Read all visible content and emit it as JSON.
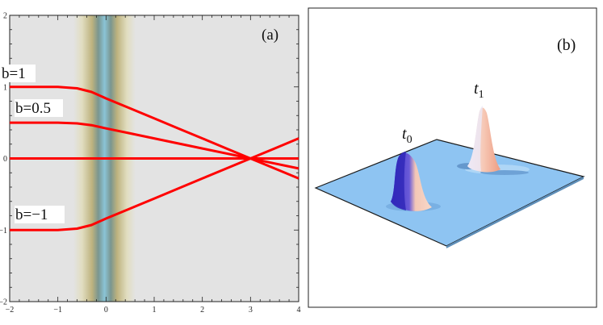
{
  "panel_a": {
    "label": "(a)",
    "x_ticks": [
      "−2",
      "−1",
      "0",
      "1",
      "2",
      "3",
      "4"
    ],
    "y_ticks": [
      "2",
      "1",
      "0",
      "−1",
      "−2"
    ],
    "curve_labels": [
      "b=1",
      "b=0.5",
      "b=−1"
    ],
    "background_color": "#e3e3e3",
    "ray_color": "#ff0000",
    "band_colors": [
      "#e1ddc0",
      "#bdb27e",
      "#7a9690",
      "#8ac4d6"
    ]
  },
  "panel_b": {
    "label": "(b)",
    "peak_labels": [
      {
        "base": "t",
        "sub": "0"
      },
      {
        "base": "t",
        "sub": "1"
      }
    ],
    "surface_color": "#8ec4f2",
    "peak0_colors": [
      "#4a44d6",
      "#f5c4b2"
    ],
    "peak1_colors": [
      "#f0e2e8",
      "#f0a88e"
    ]
  },
  "chart_data": {
    "type": "line",
    "x_range": [
      -2,
      4
    ],
    "y_range": [
      -2,
      2
    ],
    "series": [
      {
        "name": "b=1",
        "x": [
          -2,
          -1,
          -0.6,
          -0.3,
          0,
          0.5,
          1,
          1.5,
          2,
          2.5,
          3,
          3.5,
          4
        ],
        "y": [
          1,
          1,
          0.98,
          0.93,
          0.84,
          0.7,
          0.56,
          0.42,
          0.28,
          0.14,
          0,
          -0.14,
          -0.28
        ]
      },
      {
        "name": "b=0.5",
        "x": [
          -2,
          -1,
          -0.6,
          -0.3,
          0,
          0.5,
          1,
          1.5,
          2,
          2.5,
          3,
          3.5,
          4
        ],
        "y": [
          0.5,
          0.5,
          0.49,
          0.465,
          0.42,
          0.35,
          0.28,
          0.21,
          0.14,
          0.07,
          0,
          -0.07,
          -0.14
        ]
      },
      {
        "name": "",
        "x": [
          -2,
          4
        ],
        "y": [
          0,
          0
        ]
      },
      {
        "name": "b=−1",
        "x": [
          -2,
          -1,
          -0.6,
          -0.3,
          0,
          0.5,
          1,
          1.5,
          2,
          2.5,
          3,
          3.5,
          4
        ],
        "y": [
          -1,
          -1,
          -0.98,
          -0.93,
          -0.84,
          -0.7,
          -0.56,
          -0.42,
          -0.28,
          -0.14,
          0,
          0.14,
          0.28
        ]
      }
    ]
  }
}
